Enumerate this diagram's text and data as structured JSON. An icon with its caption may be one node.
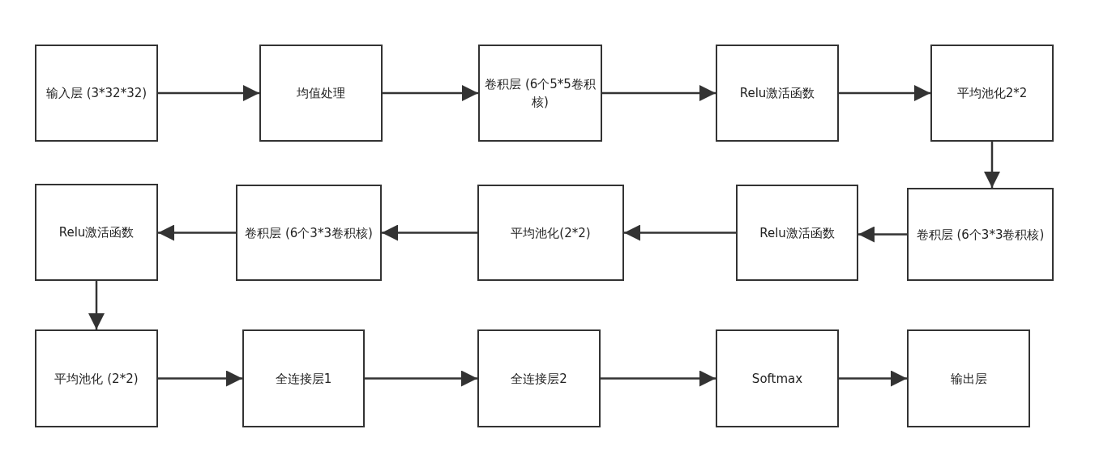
{
  "diagram": {
    "nodes": [
      {
        "text": [
          "输入层 (3*32*32)"
        ]
      },
      {
        "text": [
          "均值处理"
        ]
      },
      {
        "text": [
          "卷积层 (6个5*5卷积核)"
        ]
      },
      {
        "text": [
          "Relu激活函数"
        ]
      },
      {
        "text": [
          "平均池化2*2"
        ]
      },
      {
        "text": [
          "Relu激活函数"
        ]
      },
      {
        "text": [
          "卷积层 (6个3*3卷积核)"
        ]
      },
      {
        "text": [
          "平均池化(2*2)"
        ]
      },
      {
        "text": [
          "Relu激活函数"
        ]
      },
      {
        "text": [
          "卷积层 (6个3*3卷积核)"
        ]
      },
      {
        "text": [
          "平均池化 (2*2)"
        ]
      },
      {
        "text": [
          "全连接层1"
        ]
      },
      {
        "text": [
          "全连接层2"
        ]
      },
      {
        "text": [
          "Softmax"
        ]
      },
      {
        "text": [
          "输出层"
        ]
      }
    ],
    "edges": [
      {
        "from": 0,
        "to": 1,
        "arrow": "to"
      },
      {
        "from": 1,
        "to": 2,
        "arrow": "to"
      },
      {
        "from": 2,
        "to": 3,
        "arrow": "to"
      },
      {
        "from": 3,
        "to": 4,
        "arrow": "to"
      },
      {
        "from": 4,
        "to": 9,
        "arrow": "to"
      },
      {
        "from": 9,
        "to": 8,
        "arrow": "to"
      },
      {
        "from": 8,
        "to": 7,
        "arrow": "to"
      },
      {
        "from": 7,
        "to": 6,
        "arrow": "to"
      },
      {
        "from": 6,
        "to": 5,
        "arrow": "to"
      },
      {
        "from": 5,
        "to": 10,
        "arrow": "to"
      },
      {
        "from": 10,
        "to": 11,
        "arrow": "to"
      },
      {
        "from": 11,
        "to": 12,
        "arrow": "to"
      },
      {
        "from": 12,
        "to": 13,
        "arrow": "to"
      },
      {
        "from": 13,
        "to": 14,
        "arrow": "to"
      }
    ]
  }
}
